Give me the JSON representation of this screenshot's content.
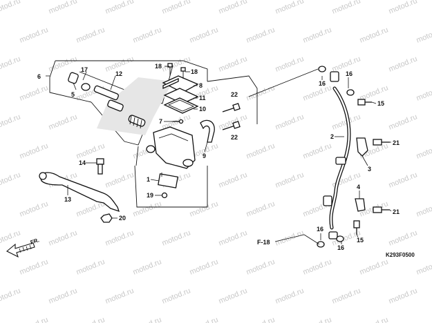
{
  "watermark": "motod.ru",
  "diagram_code": "K293F0500",
  "ref_label": "F-18",
  "front_label": "FR.",
  "callouts": [
    {
      "id": "c6",
      "text": "6"
    },
    {
      "id": "c17",
      "text": "17"
    },
    {
      "id": "c5",
      "text": "5"
    },
    {
      "id": "c12",
      "text": "12"
    },
    {
      "id": "c18a",
      "text": "18"
    },
    {
      "id": "c18b",
      "text": "18"
    },
    {
      "id": "c8",
      "text": "8"
    },
    {
      "id": "c11",
      "text": "11"
    },
    {
      "id": "c10",
      "text": "10"
    },
    {
      "id": "c22a",
      "text": "22"
    },
    {
      "id": "c22b",
      "text": "22"
    },
    {
      "id": "c7",
      "text": "7"
    },
    {
      "id": "c9",
      "text": "9"
    },
    {
      "id": "c14",
      "text": "14"
    },
    {
      "id": "c1",
      "text": "1"
    },
    {
      "id": "c19",
      "text": "19"
    },
    {
      "id": "c13",
      "text": "13"
    },
    {
      "id": "c20",
      "text": "20"
    },
    {
      "id": "c16a",
      "text": "16"
    },
    {
      "id": "c16b",
      "text": "16"
    },
    {
      "id": "c15a",
      "text": "15"
    },
    {
      "id": "c2",
      "text": "2"
    },
    {
      "id": "c21a",
      "text": "21"
    },
    {
      "id": "c3",
      "text": "3"
    },
    {
      "id": "c4",
      "text": "4"
    },
    {
      "id": "c21b",
      "text": "21"
    },
    {
      "id": "c16c",
      "text": "16"
    },
    {
      "id": "c16d",
      "text": "16"
    },
    {
      "id": "c15b",
      "text": "15"
    }
  ]
}
